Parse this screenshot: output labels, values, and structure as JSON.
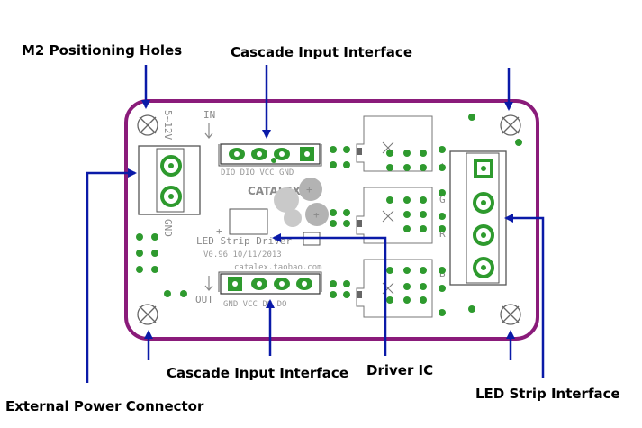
{
  "labels": {
    "positioning_holes": "M2 Positioning Holes",
    "cascade_input_top": "Cascade Input Interface",
    "cascade_input_bottom": "Cascade Input Interface",
    "driver_ic": "Driver IC",
    "external_power": "External Power Connector",
    "led_strip": "LED Strip Interface"
  },
  "silkscreen": {
    "in": "IN",
    "out": "OUT",
    "voltage": "5~12V",
    "gnd": "GND",
    "pins_top": "DIO DIO VCC GND",
    "brand": "CATALEX",
    "board_name": "LED Strip Driver",
    "version": "V0.96 10/11/2013",
    "website": "catalex.taobao.com",
    "pins_bottom": "GND VCC DO DO",
    "plus": "+",
    "g": "G",
    "r": "R",
    "b": "B"
  },
  "colors": {
    "board_outline": "#8a1b7a",
    "arrow": "#0a1aa8",
    "pad_green": "#2e9a2e",
    "silkscreen": "#8a8a8a"
  }
}
